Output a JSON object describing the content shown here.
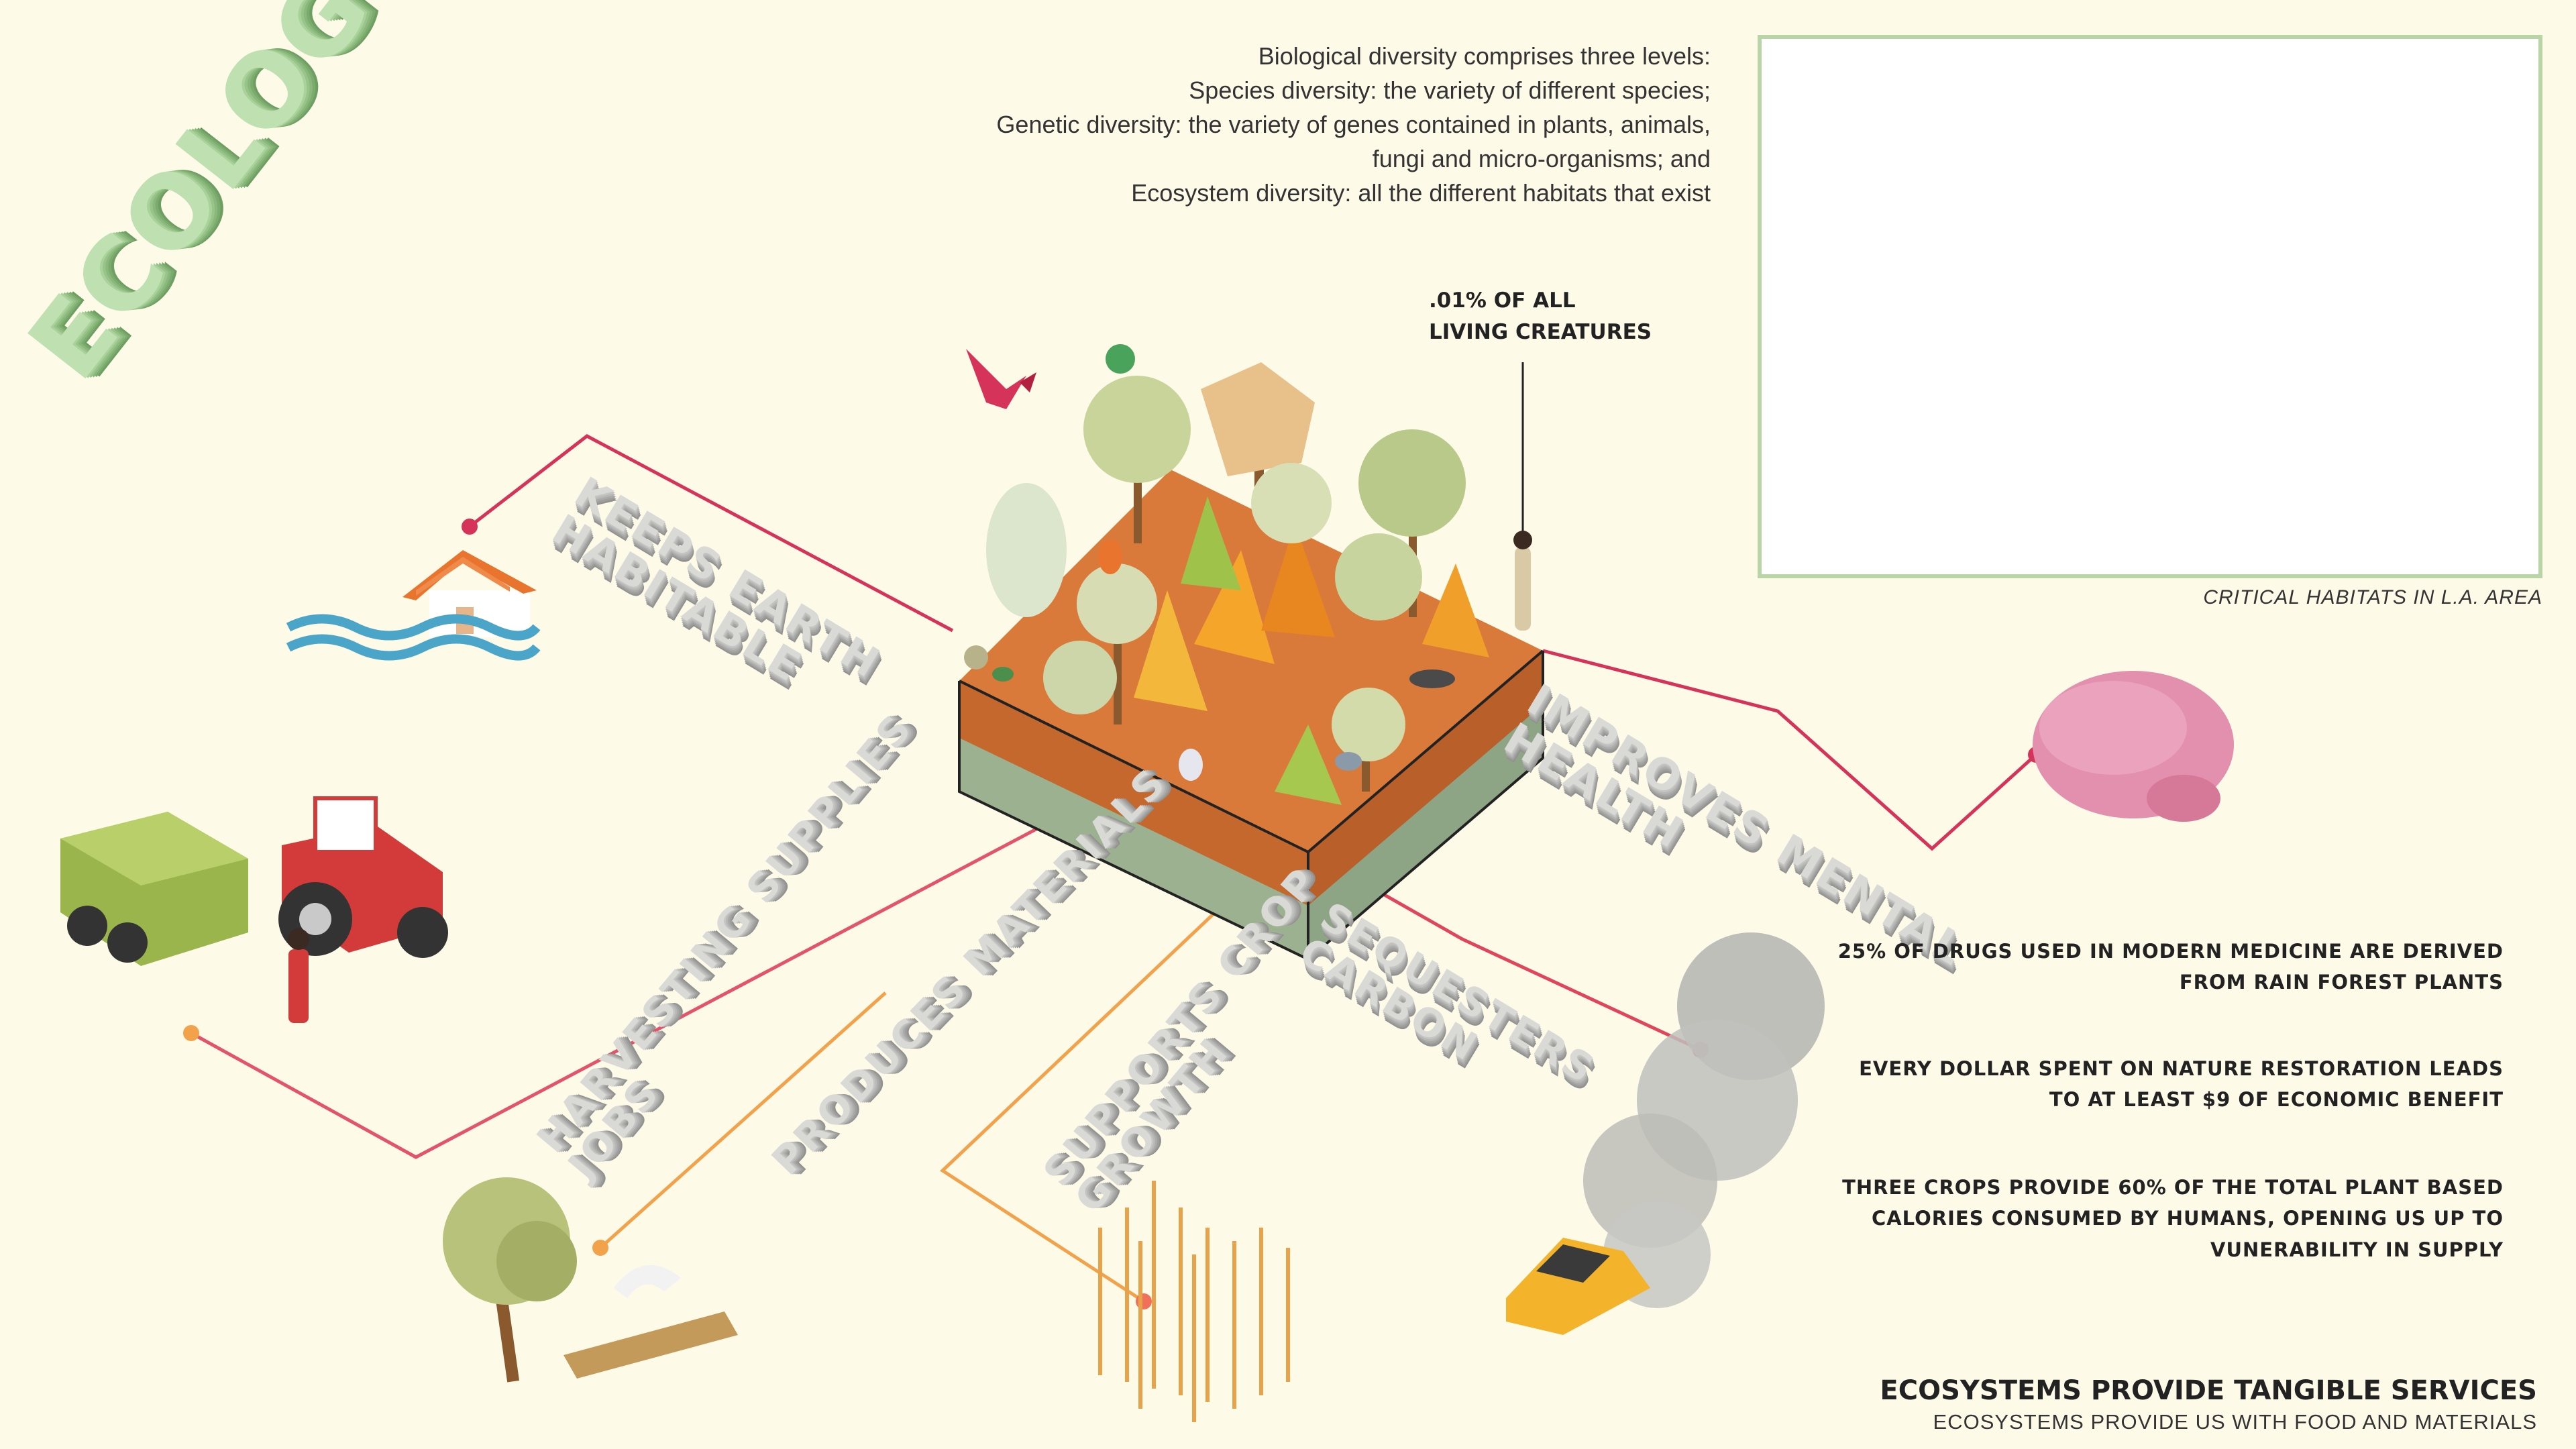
{
  "title": "ECOLOGICAL SERVICES",
  "intro": {
    "line1": "Biological diversity comprises three levels:",
    "line2": "Species diversity:  the variety of different species;",
    "line3": "Genetic diversity: the variety of genes contained in plants, animals,",
    "line4": "fungi and micro-organisms; and",
    "line5": "Ecosystem diversity: all the different habitats that exist"
  },
  "callout": {
    "line1": ".01% OF ALL",
    "line2": "LIVING CREATURES"
  },
  "services": {
    "keeps_earth_habitable": [
      "KEEPS EARTH",
      "HABITABLE"
    ],
    "improves_mental_health": [
      "IMPROVES MENTAL",
      "HEALTH"
    ],
    "harvesting_supplies_jobs": [
      "HARVESTING SUPPLIES",
      "JOBS"
    ],
    "produces_materials": [
      "PRODUCES MATERIALS"
    ],
    "supports_crop_growth": [
      "SUPPORTS CROP",
      "GROWTH"
    ],
    "sequesters_carbon": [
      "SEQUESTERS",
      "CARBON"
    ]
  },
  "map": {
    "caption": "CRITICAL HABITATS IN L.A. AREA"
  },
  "stats": {
    "drugs": [
      "25% OF DRUGS USED IN MODERN MEDICINE ARE DERIVED",
      "FROM RAIN FOREST PLANTS"
    ],
    "dollar": [
      "EVERY DOLLAR SPENT ON NATURE RESTORATION LEADS",
      "TO AT LEAST $9 OF ECONOMIC BENEFIT"
    ],
    "crops": [
      "THREE CROPS PROVIDE 60% OF THE TOTAL PLANT BASED",
      "CALORIES CONSUMED BY HUMANS, OPENING US UP TO",
      "VUNERABILITY IN SUPPLY"
    ]
  },
  "footer": {
    "title": "ECOSYSTEMS PROVIDE TANGIBLE SERVICES",
    "subtitle": "ECOSYSTEMS PROVIDE US WITH FOOD AND MATERIALS"
  },
  "colors": {
    "background": "#fdfae8",
    "title_green": "#bfe0b0",
    "line_red": "#d6335a",
    "line_orange": "#f2a24a",
    "map_border": "#b9d4a6",
    "habitat_orange": "#f08a5d"
  }
}
